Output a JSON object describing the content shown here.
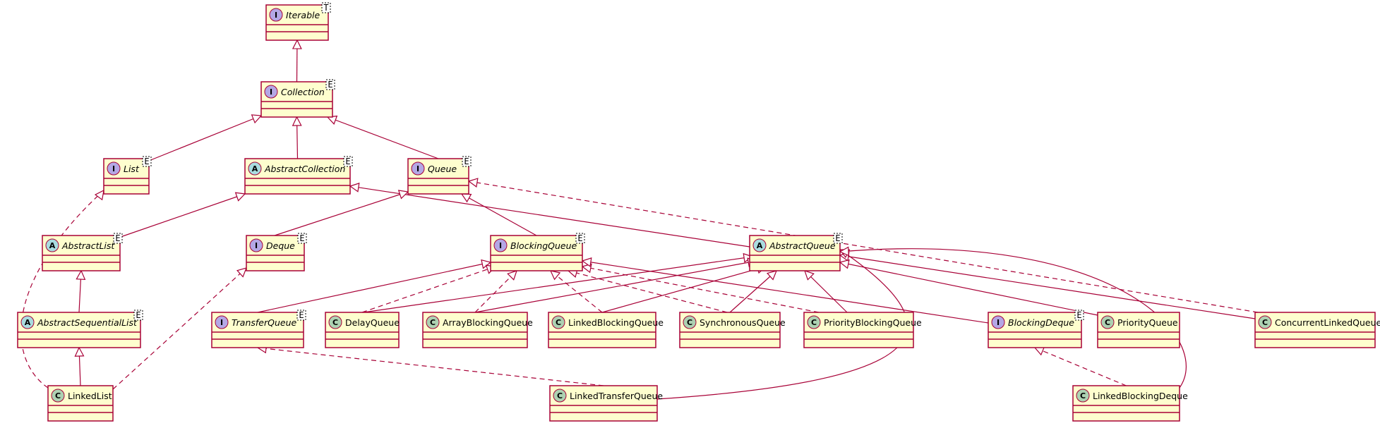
{
  "nodes": [
    {
      "id": "Iterable",
      "name": "Iterable",
      "kind": "I",
      "param": "T"
    },
    {
      "id": "Collection",
      "name": "Collection",
      "kind": "I",
      "param": "E"
    },
    {
      "id": "List",
      "name": "List",
      "kind": "I",
      "param": "E"
    },
    {
      "id": "AbstractCollection",
      "name": "AbstractCollection",
      "kind": "A",
      "param": "E"
    },
    {
      "id": "Queue",
      "name": "Queue",
      "kind": "I",
      "param": "E"
    },
    {
      "id": "AbstractList",
      "name": "AbstractList",
      "kind": "A",
      "param": "E"
    },
    {
      "id": "Deque",
      "name": "Deque",
      "kind": "I",
      "param": "E"
    },
    {
      "id": "BlockingQueue",
      "name": "BlockingQueue",
      "kind": "I",
      "param": "E"
    },
    {
      "id": "AbstractQueue",
      "name": "AbstractQueue",
      "kind": "A",
      "param": "E"
    },
    {
      "id": "AbstractSequentialList",
      "name": "AbstractSequentialList",
      "kind": "A",
      "param": "E"
    },
    {
      "id": "TransferQueue",
      "name": "TransferQueue",
      "kind": "I",
      "param": "E"
    },
    {
      "id": "DelayQueue",
      "name": "DelayQueue",
      "kind": "C",
      "param": ""
    },
    {
      "id": "ArrayBlockingQueue",
      "name": "ArrayBlockingQueue",
      "kind": "C",
      "param": ""
    },
    {
      "id": "LinkedBlockingQueue",
      "name": "LinkedBlockingQueue",
      "kind": "C",
      "param": ""
    },
    {
      "id": "SynchronousQueue",
      "name": "SynchronousQueue",
      "kind": "C",
      "param": ""
    },
    {
      "id": "PriorityBlockingQueue",
      "name": "PriorityBlockingQueue",
      "kind": "C",
      "param": ""
    },
    {
      "id": "BlockingDeque",
      "name": "BlockingDeque",
      "kind": "I",
      "param": "E"
    },
    {
      "id": "PriorityQueue",
      "name": "PriorityQueue",
      "kind": "C",
      "param": ""
    },
    {
      "id": "ConcurrentLinkedQueue",
      "name": "ConcurrentLinkedQueue",
      "kind": "C",
      "param": ""
    },
    {
      "id": "LinkedList",
      "name": "LinkedList",
      "kind": "C",
      "param": ""
    },
    {
      "id": "LinkedTransferQueue",
      "name": "LinkedTransferQueue",
      "kind": "C",
      "param": ""
    },
    {
      "id": "LinkedBlockingDeque",
      "name": "LinkedBlockingDeque",
      "kind": "C",
      "param": ""
    }
  ],
  "edges": [
    {
      "from": "Collection",
      "to": "Iterable",
      "style": "solid"
    },
    {
      "from": "List",
      "to": "Collection",
      "style": "solid"
    },
    {
      "from": "AbstractCollection",
      "to": "Collection",
      "style": "solid"
    },
    {
      "from": "Queue",
      "to": "Collection",
      "style": "solid"
    },
    {
      "from": "AbstractList",
      "to": "AbstractCollection",
      "style": "solid"
    },
    {
      "from": "AbstractQueue",
      "to": "AbstractCollection",
      "style": "solid"
    },
    {
      "from": "Deque",
      "to": "Queue",
      "style": "solid"
    },
    {
      "from": "BlockingQueue",
      "to": "Queue",
      "style": "solid"
    },
    {
      "from": "ConcurrentLinkedQueue",
      "to": "Queue",
      "style": "dashed"
    },
    {
      "from": "AbstractSequentialList",
      "to": "AbstractList",
      "style": "solid"
    },
    {
      "from": "LinkedList",
      "to": "AbstractSequentialList",
      "style": "solid"
    },
    {
      "from": "LinkedList",
      "to": "List",
      "style": "dashed"
    },
    {
      "from": "LinkedList",
      "to": "Deque",
      "style": "dashed"
    },
    {
      "from": "TransferQueue",
      "to": "BlockingQueue",
      "style": "solid"
    },
    {
      "from": "DelayQueue",
      "to": "BlockingQueue",
      "style": "dashed"
    },
    {
      "from": "ArrayBlockingQueue",
      "to": "BlockingQueue",
      "style": "dashed"
    },
    {
      "from": "LinkedBlockingQueue",
      "to": "BlockingQueue",
      "style": "dashed"
    },
    {
      "from": "SynchronousQueue",
      "to": "BlockingQueue",
      "style": "dashed"
    },
    {
      "from": "PriorityBlockingQueue",
      "to": "BlockingQueue",
      "style": "dashed"
    },
    {
      "from": "BlockingDeque",
      "to": "BlockingQueue",
      "style": "solid"
    },
    {
      "from": "DelayQueue",
      "to": "AbstractQueue",
      "style": "solid"
    },
    {
      "from": "ArrayBlockingQueue",
      "to": "AbstractQueue",
      "style": "solid"
    },
    {
      "from": "LinkedBlockingQueue",
      "to": "AbstractQueue",
      "style": "solid"
    },
    {
      "from": "SynchronousQueue",
      "to": "AbstractQueue",
      "style": "solid"
    },
    {
      "from": "PriorityBlockingQueue",
      "to": "AbstractQueue",
      "style": "solid"
    },
    {
      "from": "PriorityQueue",
      "to": "AbstractQueue",
      "style": "solid"
    },
    {
      "from": "ConcurrentLinkedQueue",
      "to": "AbstractQueue",
      "style": "solid"
    },
    {
      "from": "LinkedTransferQueue",
      "to": "AbstractQueue",
      "style": "solid"
    },
    {
      "from": "LinkedBlockingDeque",
      "to": "AbstractQueue",
      "style": "solid"
    },
    {
      "from": "LinkedTransferQueue",
      "to": "TransferQueue",
      "style": "dashed"
    },
    {
      "from": "LinkedBlockingDeque",
      "to": "BlockingDeque",
      "style": "dashed"
    }
  ]
}
